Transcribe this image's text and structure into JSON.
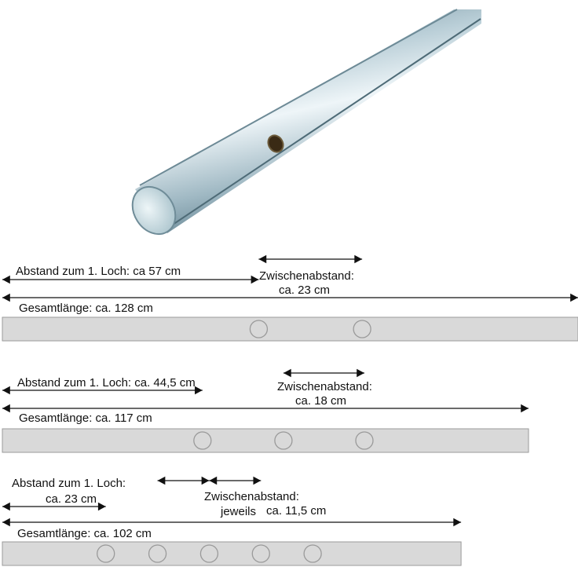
{
  "colors": {
    "bar_fill": "#d9d9d9",
    "bar_stroke": "#9a9a9a",
    "arrow": "#111111",
    "rod_light": "#e6f0f4",
    "rod_mid": "#a9c1cc",
    "rod_dark": "#5f7f8d"
  },
  "product_image": {
    "name": "rod-with-hole"
  },
  "diagrams": [
    {
      "first_hole_text": "Abstand zum 1. Loch: ca 57 cm",
      "spacing_title": "Zwischenabstand:",
      "spacing_value": "ca. 23 cm",
      "total_text": "Gesamtlänge: ca. 128 cm",
      "total_cm": 128,
      "first_hole_cm": 57,
      "spacing_cm": 23,
      "hole_count": 2
    },
    {
      "first_hole_text": "Abstand zum 1. Loch: ca. 44,5 cm",
      "spacing_title": "Zwischenabstand:",
      "spacing_value": "ca. 18 cm",
      "total_text": "Gesamtlänge: ca. 117 cm",
      "total_cm": 117,
      "first_hole_cm": 44.5,
      "spacing_cm": 18,
      "hole_count": 3
    },
    {
      "first_hole_title": "Abstand zum 1. Loch:",
      "first_hole_value": "ca. 23 cm",
      "spacing_title": "Zwischenabstand:",
      "spacing_prefix": "jeweils",
      "spacing_value": "ca. 11,5 cm",
      "total_text": "Gesamtlänge: ca. 102 cm",
      "total_cm": 102,
      "first_hole_cm": 23,
      "spacing_cm": 11.5,
      "hole_count": 5
    }
  ]
}
